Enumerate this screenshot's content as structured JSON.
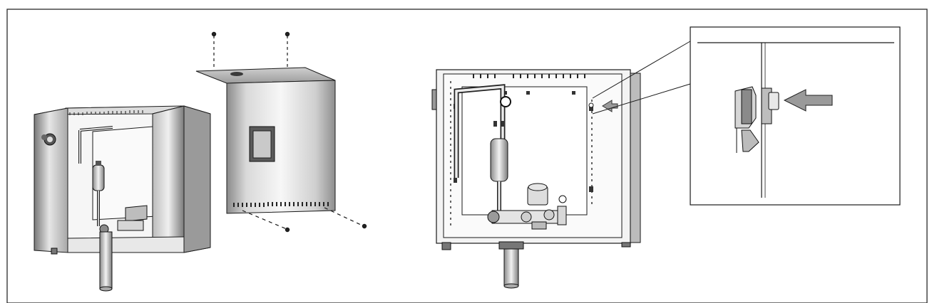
{
  "figure": {
    "panels": [
      {
        "id": "exploded-view",
        "description_hidden": true
      },
      {
        "id": "assembled-view"
      },
      {
        "id": "detail-callout"
      }
    ],
    "colors": {
      "frame": "#2a2a2a",
      "line": "#1a1a1a",
      "metal_light": "#f4f4f4",
      "metal_mid": "#bdbdbd",
      "metal_dark": "#6e6e6e",
      "arrow": "#9a9a9a"
    }
  }
}
